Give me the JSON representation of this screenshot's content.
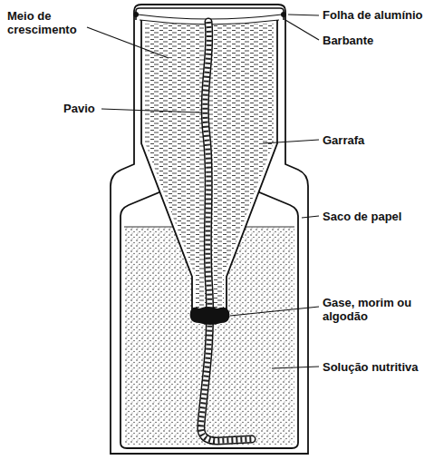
{
  "diagram": {
    "labels": [
      "Meio de crescimento",
      "Folha de alumínio",
      "Barbante",
      "Pavio",
      "Garrafa",
      "Saco de papel",
      "Gase, morim ou algodão",
      "Solução nutritiva"
    ]
  }
}
